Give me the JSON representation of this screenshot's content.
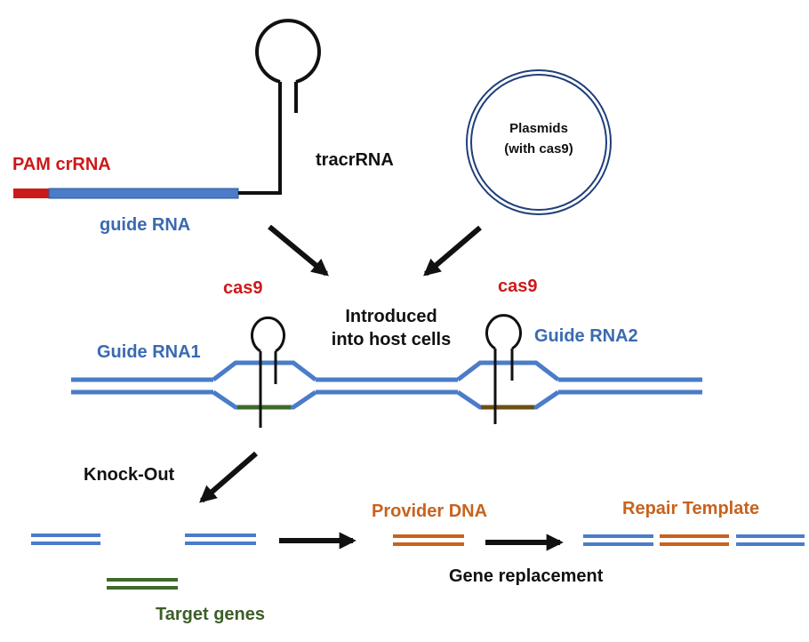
{
  "labels": {
    "pam_crrna": "PAM crRNA",
    "guide_rna": "guide RNA",
    "tracrrna": "tracrRNA",
    "plasmids_line1": "Plasmids",
    "plasmids_line2": "(with cas9)",
    "cas9_left": "cas9",
    "cas9_right": "cas9",
    "introduced_line1": "Introduced",
    "introduced_line2": "into host cells",
    "guide_rna1": "Guide RNA1",
    "guide_rna2": "Guide RNA2",
    "knock_out": "Knock-Out",
    "provider_dna": "Provider DNA",
    "repair_template": "Repair Template",
    "gene_replacement": "Gene replacement",
    "target_genes": "Target genes"
  },
  "colors": {
    "dna_blue": "#4a7cc9",
    "pam_red": "#cc1a1a",
    "label_red": "#cc1a1a",
    "label_blue": "#3a6ab0",
    "provider_orange": "#c8621e",
    "target_green": "#3d6b2a",
    "right_bar_olive": "#6b4f12",
    "plasmid_navy": "#1f3f7a",
    "arrow_black": "#111111"
  }
}
